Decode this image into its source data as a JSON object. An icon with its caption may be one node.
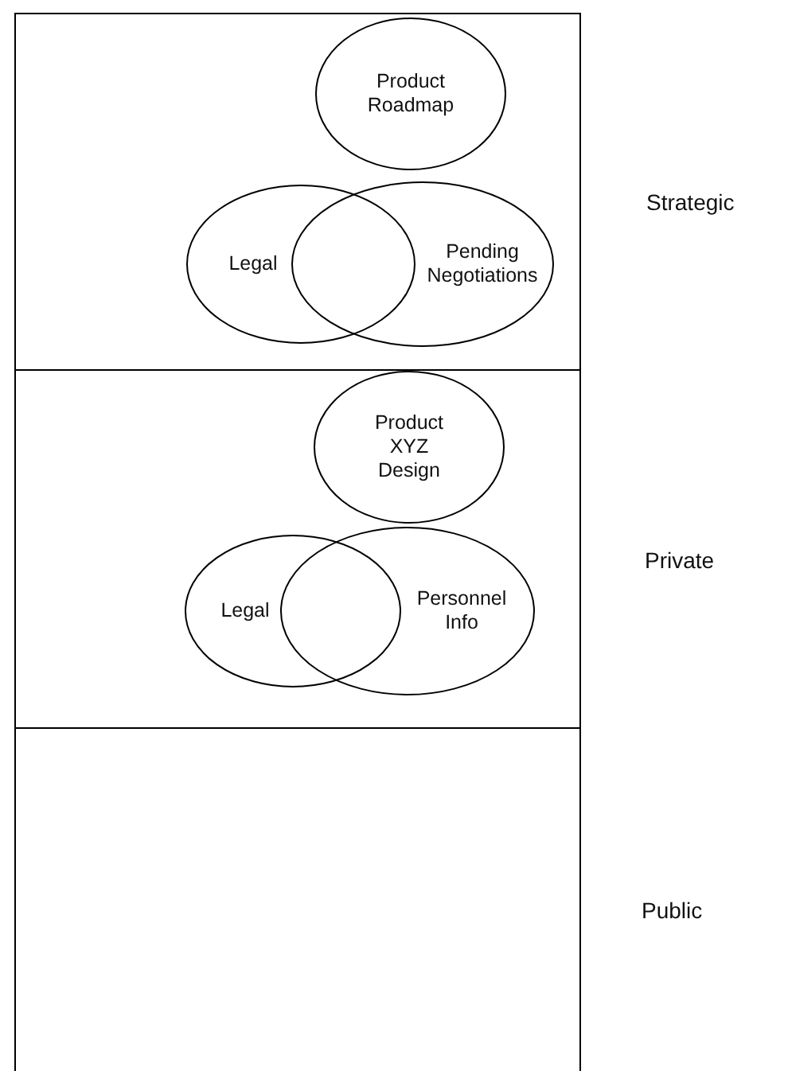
{
  "diagram": {
    "nodes": [
      {
        "text": [],
        "shape": "box",
        "beside": [
          "Strategic"
        ]
      },
      {
        "text": [
          "Product Roadmap"
        ],
        "in": 0
      },
      {
        "text": [
          "Legal"
        ],
        "in": 0
      },
      {
        "text": [
          "Pending Negotiations"
        ],
        "in": 0
      },
      {
        "text": [],
        "shape": "box",
        "beside": [
          "Private"
        ]
      },
      {
        "text": [
          "Product XYZ Design"
        ],
        "in": 4
      },
      {
        "text": [
          "Legal"
        ],
        "in": 4
      },
      {
        "text": [
          "Personnel Info"
        ],
        "in": 4
      },
      {
        "text": [],
        "shape": "box",
        "beside": [
          "Public"
        ]
      }
    ]
  }
}
